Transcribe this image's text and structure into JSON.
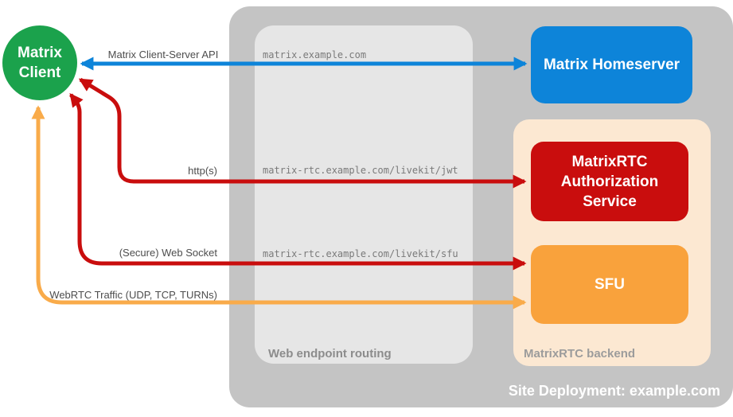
{
  "diagram": {
    "site": {
      "label": "Site Deployment: example.com"
    },
    "routing": {
      "label": "Web endpoint routing",
      "routes": [
        "matrix.example.com",
        "matrix-rtc.example.com/livekit/jwt",
        "matrix-rtc.example.com/livekit/sfu"
      ]
    },
    "backend": {
      "label": "MatrixRTC backend"
    },
    "nodes": {
      "client": {
        "line1": "Matrix",
        "line2": "Client"
      },
      "homeserver": {
        "label": "Matrix Homeserver"
      },
      "auth": {
        "line1": "MatrixRTC",
        "line2": "Authorization",
        "line3": "Service"
      },
      "sfu": {
        "label": "SFU"
      }
    },
    "edges": {
      "api": {
        "label": "Matrix Client-Server API"
      },
      "http": {
        "label": "http(s)"
      },
      "websocket": {
        "label": "(Secure) Web Socket"
      },
      "webrtc": {
        "label": "WebRTC Traffic (UDP, TCP, TURNs)"
      }
    },
    "colors": {
      "client_green": "#1ba24c",
      "homeserver_blue": "#0d84d9",
      "auth_red": "#c90d0d",
      "sfu_orange": "#f9a23c",
      "webrtc_arrow_orange": "#f9ab4a",
      "backend_peach": "#fce8d2",
      "site_gray": "#c4c4c4",
      "routing_gray": "#e6e6e6"
    }
  }
}
